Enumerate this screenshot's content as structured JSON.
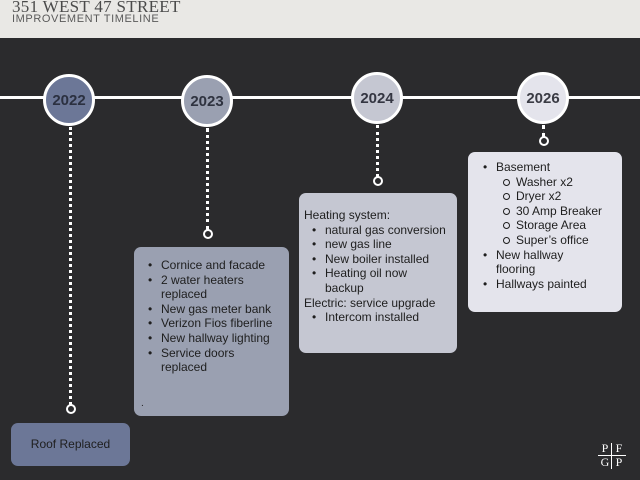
{
  "header": {
    "title": "351 WEST 47 STREET",
    "subtitle": "IMPROVEMENT TIMELINE"
  },
  "colors": {
    "background": "#2b2b2d",
    "header_bg": "#e9e8e5",
    "year_2022": "#6c7797",
    "year_2023": "#9aa0b1",
    "year_2024": "#c5c7d2",
    "year_2026": "#e4e4ec",
    "card_2022": "#6c7797",
    "card_2023": "#9aa0b1",
    "card_2024": "#c5c7d2",
    "card_2026": "#e4e4ec"
  },
  "years": [
    {
      "label": "2022"
    },
    {
      "label": "2023"
    },
    {
      "label": "2024"
    },
    {
      "label": "2026"
    }
  ],
  "cards": {
    "y2022": {
      "text": "Roof Replaced"
    },
    "y2023": {
      "items": [
        "Cornice and facade",
        "2 water heaters replaced",
        "New gas meter bank",
        "Verizon Fios fiberline",
        "New hallway lighting",
        "Service doors replaced"
      ],
      "trailing": "."
    },
    "y2024": {
      "heading1": "Heating system:",
      "heating_items": [
        "natural gas conversion",
        "new  gas line",
        "New boiler installed",
        "Heating oil now backup"
      ],
      "heading2": "Electric: service upgrade",
      "electric_items": [
        "Intercom installed"
      ]
    },
    "y2026": {
      "basement_label": "Basement",
      "basement_items": [
        "Washer x2",
        "Dryer x2",
        "30 Amp Breaker",
        "Storage Area",
        "Super’s office"
      ],
      "other_items": [
        "New hallway flooring",
        "Hallways painted"
      ]
    }
  },
  "logo": {
    "letters": [
      "P",
      "F",
      "G",
      "P"
    ]
  }
}
